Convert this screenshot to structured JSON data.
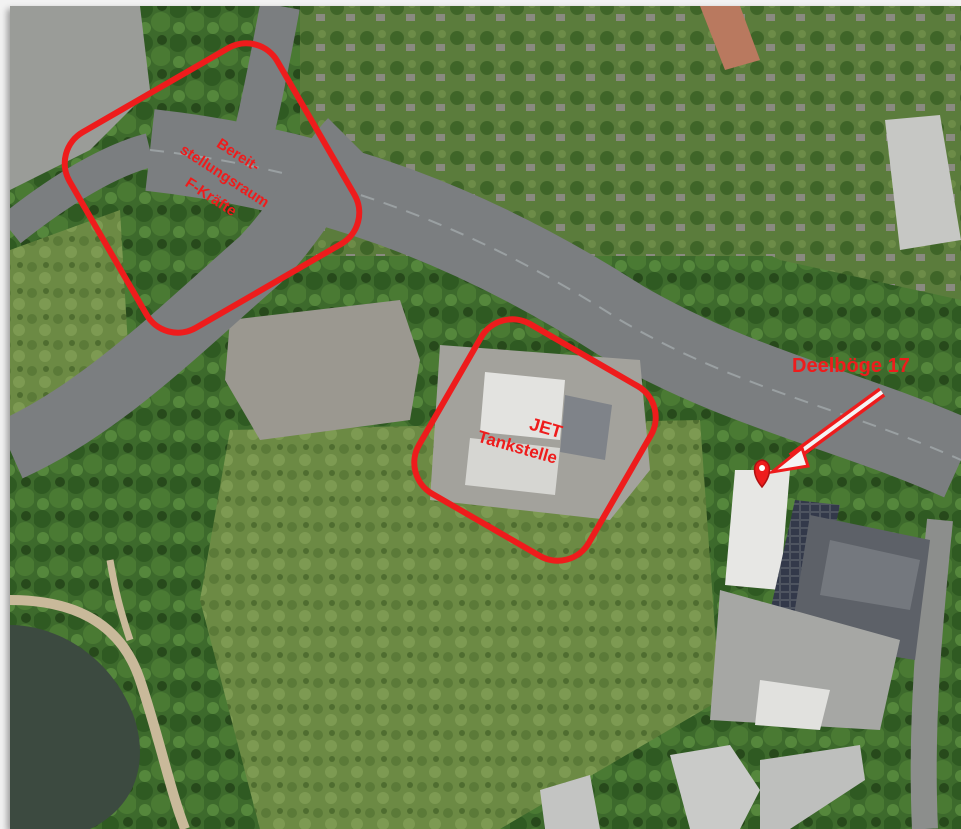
{
  "map": {
    "type": "aerial-photo",
    "annotations": {
      "staging_area": {
        "lines": [
          "Bereit-",
          "stellungsraum",
          "F-Kräfte"
        ]
      },
      "gas_station": {
        "lines": [
          "JET",
          "Tankstelle"
        ]
      },
      "address": {
        "text": "Deelböge 17",
        "marker": "location-pin-icon",
        "arrow": "arrow-icon"
      }
    },
    "colors": {
      "annotation_red": "#ee1c1c",
      "road": "#7b7e80",
      "vegetation": "#3f6a2e",
      "pond": "#3c4a40"
    }
  }
}
